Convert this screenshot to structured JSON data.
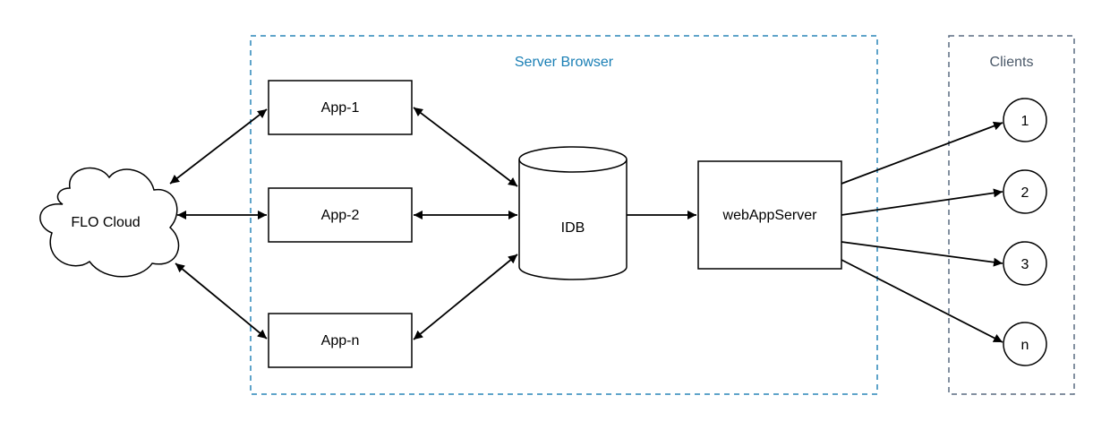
{
  "groups": {
    "server_browser": "Server Browser",
    "clients": "Clients"
  },
  "nodes": {
    "cloud": "FLO Cloud",
    "app1": "App-1",
    "app2": "App-2",
    "appn": "App-n",
    "idb": "IDB",
    "server": "webAppServer",
    "client1": "1",
    "client2": "2",
    "client3": "3",
    "clientn": "n"
  },
  "colors": {
    "server_browser_border": "#2a86b8",
    "server_browser_text": "#1a7fb5",
    "clients_border": "#5a6b80",
    "clients_text": "#4a5868",
    "stroke": "#000000"
  }
}
